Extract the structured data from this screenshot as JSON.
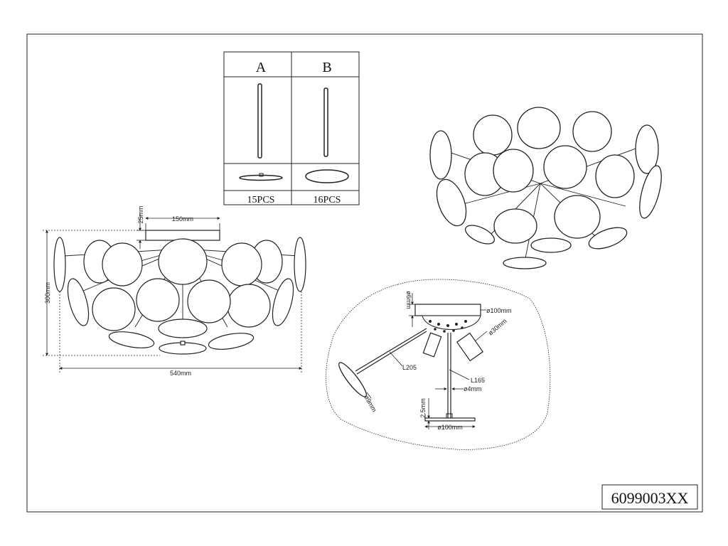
{
  "parts_table": {
    "col_a": "A",
    "col_b": "B",
    "qty_a": "15PCS",
    "qty_b": "16PCS"
  },
  "dimensions": {
    "canopy_height": "25mm",
    "canopy_width": "150mm",
    "total_height": "300mm",
    "total_width": "540mm"
  },
  "detail": {
    "rod_diameter": "ø6mm",
    "canopy_diameter": "ø100mm",
    "socket_diameter": "ø30mm",
    "long_arm": "L205",
    "short_arm": "L165",
    "stem_diameter": "ø4mm",
    "disc_diameter": "ø9mm",
    "disc_thickness": "2.5mm",
    "base_diameter": "ø100mm"
  },
  "model_number": "6099003XX"
}
